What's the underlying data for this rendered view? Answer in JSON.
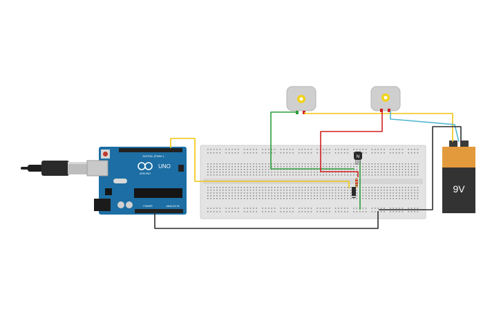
{
  "arduino": {
    "brand": "ARDUINO",
    "model": "UNO",
    "digital_header_label": "DIGITAL (PWM~)",
    "power_header_label": "POWER",
    "analog_header_label": "ANALOG IN"
  },
  "battery": {
    "voltage_label": "9V"
  },
  "transistor": {
    "label": "N"
  },
  "wire_colors": {
    "yellow": "#f2c40f",
    "green": "#2a9d3a",
    "red": "#d11f1f",
    "cyan": "#4fb6cf",
    "black": "#2b2b2b"
  },
  "component_colors": {
    "board": "#1c6ea4",
    "breadboard": "#e3e3e3",
    "battery_top": "#e39a3c",
    "battery_body": "#333333",
    "motor": "#cfcfcf"
  }
}
